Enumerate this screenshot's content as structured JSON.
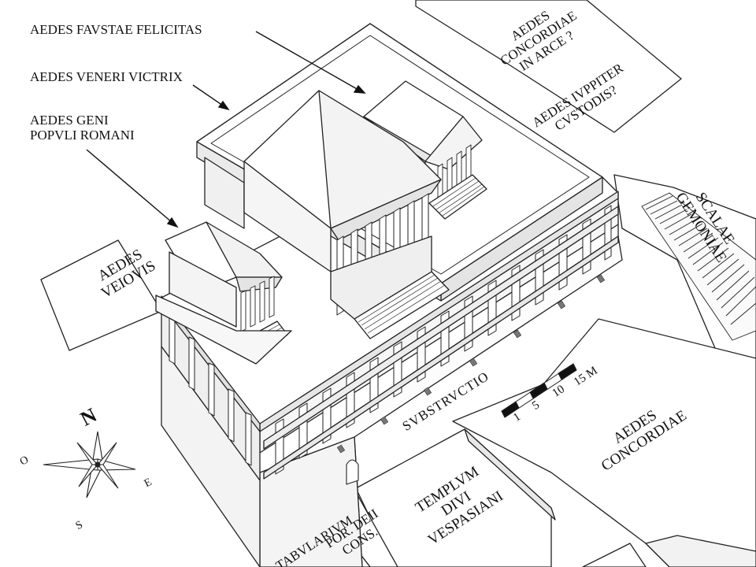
{
  "labels": {
    "faustae_felicitas": "AEDES FAVSTAE FELICITAS",
    "veneri_victrix": "AEDES VENERI VICTRIX",
    "geni_line1": "AEDES GENI",
    "geni_line2": "POPVLI ROMANI",
    "concordiae_arce_line1": "AEDES",
    "concordiae_arce_line2": "CONCORDIAE",
    "concordiae_arce_line3": "IN ARCE ?",
    "iuppiter_line1": "AEDES IVPPITER",
    "iuppiter_line2": "CVSTODIS?",
    "veiovis_line1": "AEDES",
    "veiovis_line2": "VEIOVIS",
    "scalae_line1": "SCALAE",
    "scalae_line2": "GEMONIAE",
    "substructio": "SVBSTRVCTIO",
    "concordiae_line1": "AEDES",
    "concordiae_line2": "CONCORDIAE",
    "vespasiani_line1": "TEMPLVM",
    "vespasiani_line2": "DIVI",
    "vespasiani_line3": "VESPASIANI",
    "tabularium": "TABVLARIVM",
    "por_deii_line1": "POR. DEII",
    "por_deii_line2": "CONS."
  },
  "scale_bar": {
    "ticks": [
      "1",
      "5",
      "10",
      "15 M"
    ]
  },
  "compass": {
    "north": "N",
    "south": "S",
    "east": "E",
    "west": "O"
  }
}
